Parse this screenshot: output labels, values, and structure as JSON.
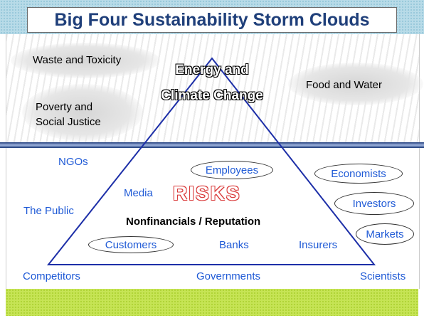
{
  "title": "Big Four Sustainability Storm Clouds",
  "storm_clouds": {
    "waste": "Waste and Toxicity",
    "poverty_line1": "Poverty and",
    "poverty_line2": "Social Justice",
    "energy_line1": "Energy and",
    "energy_line2": "Climate Change",
    "food": "Food and Water"
  },
  "center": {
    "risks": "RISKS",
    "subtitle": "Nonfinancials / Reputation"
  },
  "stakeholders": {
    "ngos": "NGOs",
    "the_public": "The Public",
    "media": "Media",
    "employees": "Employees",
    "economists": "Economists",
    "investors": "Investors",
    "markets": "Markets",
    "customers": "Customers",
    "banks": "Banks",
    "insurers": "Insurers",
    "competitors": "Competitors",
    "governments": "Governments",
    "scientists": "Scientists"
  },
  "colors": {
    "title_text": "#1f3f7a",
    "stakeholder_text": "#1f5ad6",
    "triangle": "#1d2fa8",
    "risks_outline": "#d93a3a",
    "footer": "#c6e455"
  }
}
